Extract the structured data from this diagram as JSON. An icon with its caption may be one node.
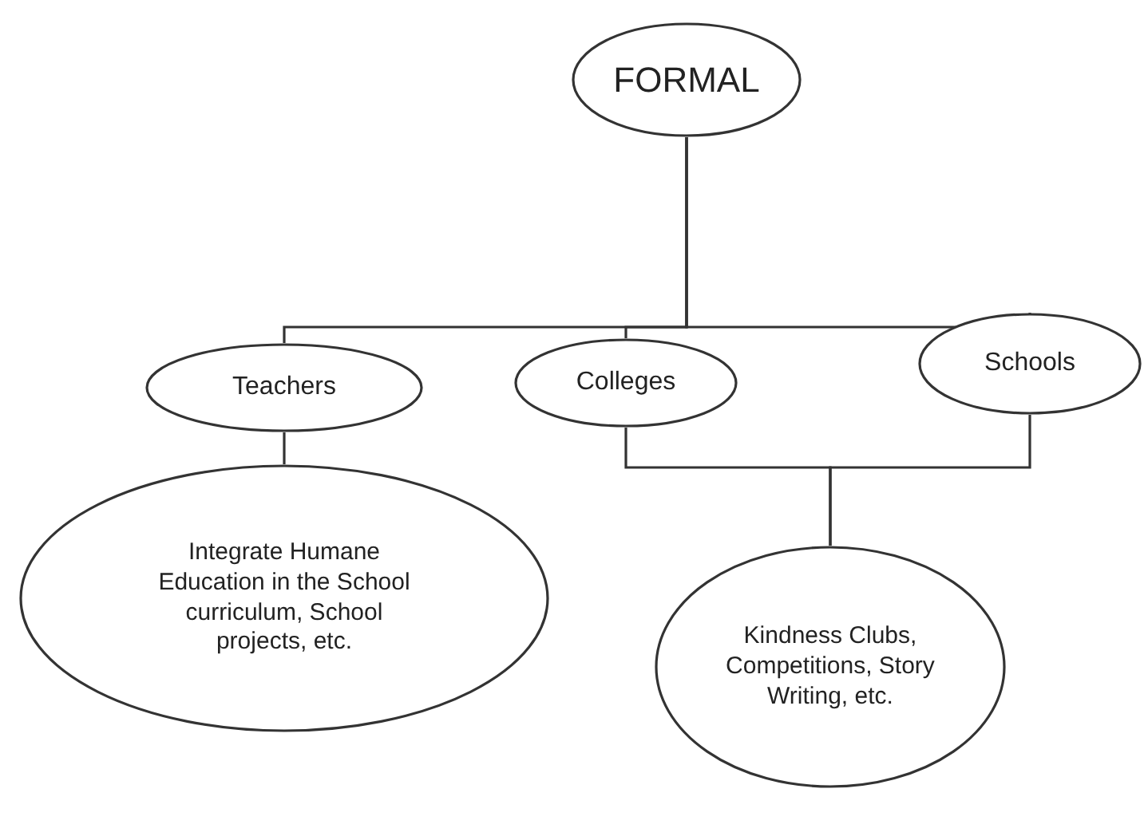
{
  "diagram": {
    "nodes": [
      {
        "text": [
          "FORMAL"
        ]
      },
      {
        "text": [
          "Teachers"
        ]
      },
      {
        "text": [
          "Colleges"
        ]
      },
      {
        "text": [
          "Schools"
        ]
      },
      {
        "text": [
          "Integrate Humane Education in the School curriculum, School projects, etc."
        ]
      },
      {
        "text": [
          "Kindness Clubs, Competitions, Story Writing, etc."
        ]
      }
    ],
    "edges": [
      {
        "from": 0,
        "to": 1,
        "arrow": "none"
      },
      {
        "from": 0,
        "to": 2,
        "arrow": "none"
      },
      {
        "from": 0,
        "to": 3,
        "arrow": "none"
      },
      {
        "from": 1,
        "to": 4,
        "arrow": "none"
      },
      {
        "from": 2,
        "to": 5,
        "arrow": "none"
      },
      {
        "from": 3,
        "to": 5,
        "arrow": "none"
      }
    ]
  }
}
